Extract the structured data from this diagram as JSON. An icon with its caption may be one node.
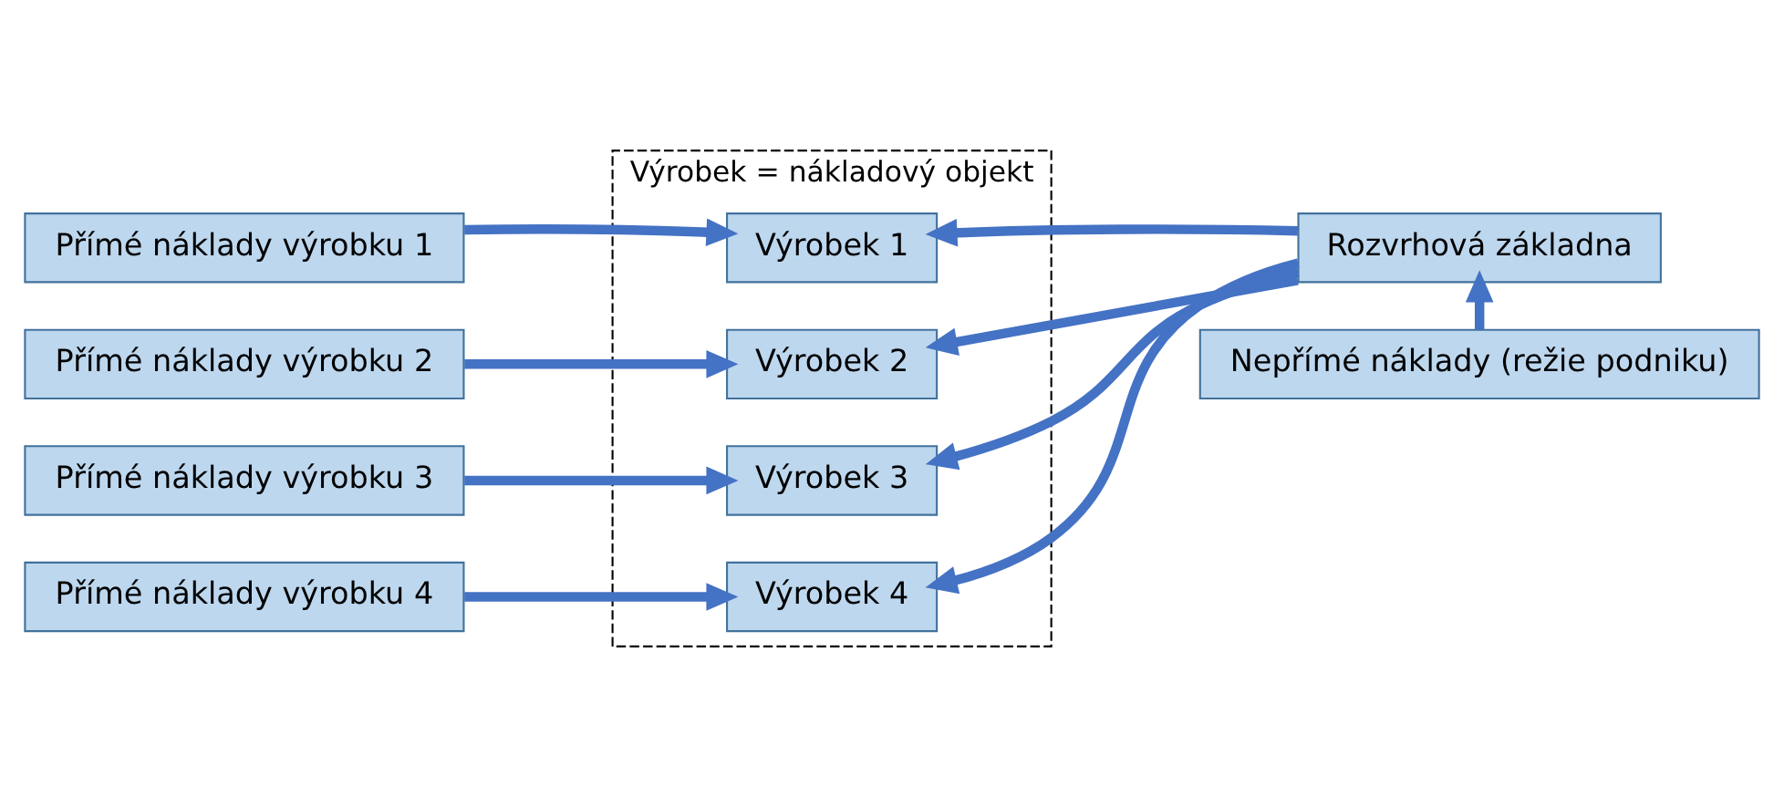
{
  "diagram": {
    "nodes": [
      {
        "text": [
          "Výrobek = nákladový objekt"
        ]
      },
      {
        "text": [
          "Přímé náklady výrobku 1"
        ]
      },
      {
        "text": [
          "Přímé náklady výrobku 2"
        ]
      },
      {
        "text": [
          "Přímé náklady výrobku 3"
        ]
      },
      {
        "text": [
          "Přímé náklady výrobku 4"
        ]
      },
      {
        "text": [
          "Výrobek 1"
        ],
        "in": 0
      },
      {
        "text": [
          "Výrobek 2"
        ],
        "in": 0
      },
      {
        "text": [
          "Výrobek 3"
        ],
        "in": 0
      },
      {
        "text": [
          "Výrobek 4"
        ],
        "in": 0
      },
      {
        "text": [
          "Rozvrhová základna"
        ]
      },
      {
        "text": [
          "Nepřímé náklady (režie podniku)"
        ]
      }
    ],
    "edges": [
      {
        "from": 1,
        "to": 5,
        "arrow": "to"
      },
      {
        "from": 2,
        "to": 6,
        "arrow": "to"
      },
      {
        "from": 3,
        "to": 7,
        "arrow": "to"
      },
      {
        "from": 4,
        "to": 8,
        "arrow": "to"
      },
      {
        "from": 9,
        "to": 5,
        "arrow": "to"
      },
      {
        "from": 9,
        "to": 6,
        "arrow": "to"
      },
      {
        "from": 9,
        "to": 7,
        "arrow": "to"
      },
      {
        "from": 9,
        "to": 8,
        "arrow": "to"
      },
      {
        "from": 10,
        "to": 9,
        "arrow": "to"
      }
    ]
  }
}
